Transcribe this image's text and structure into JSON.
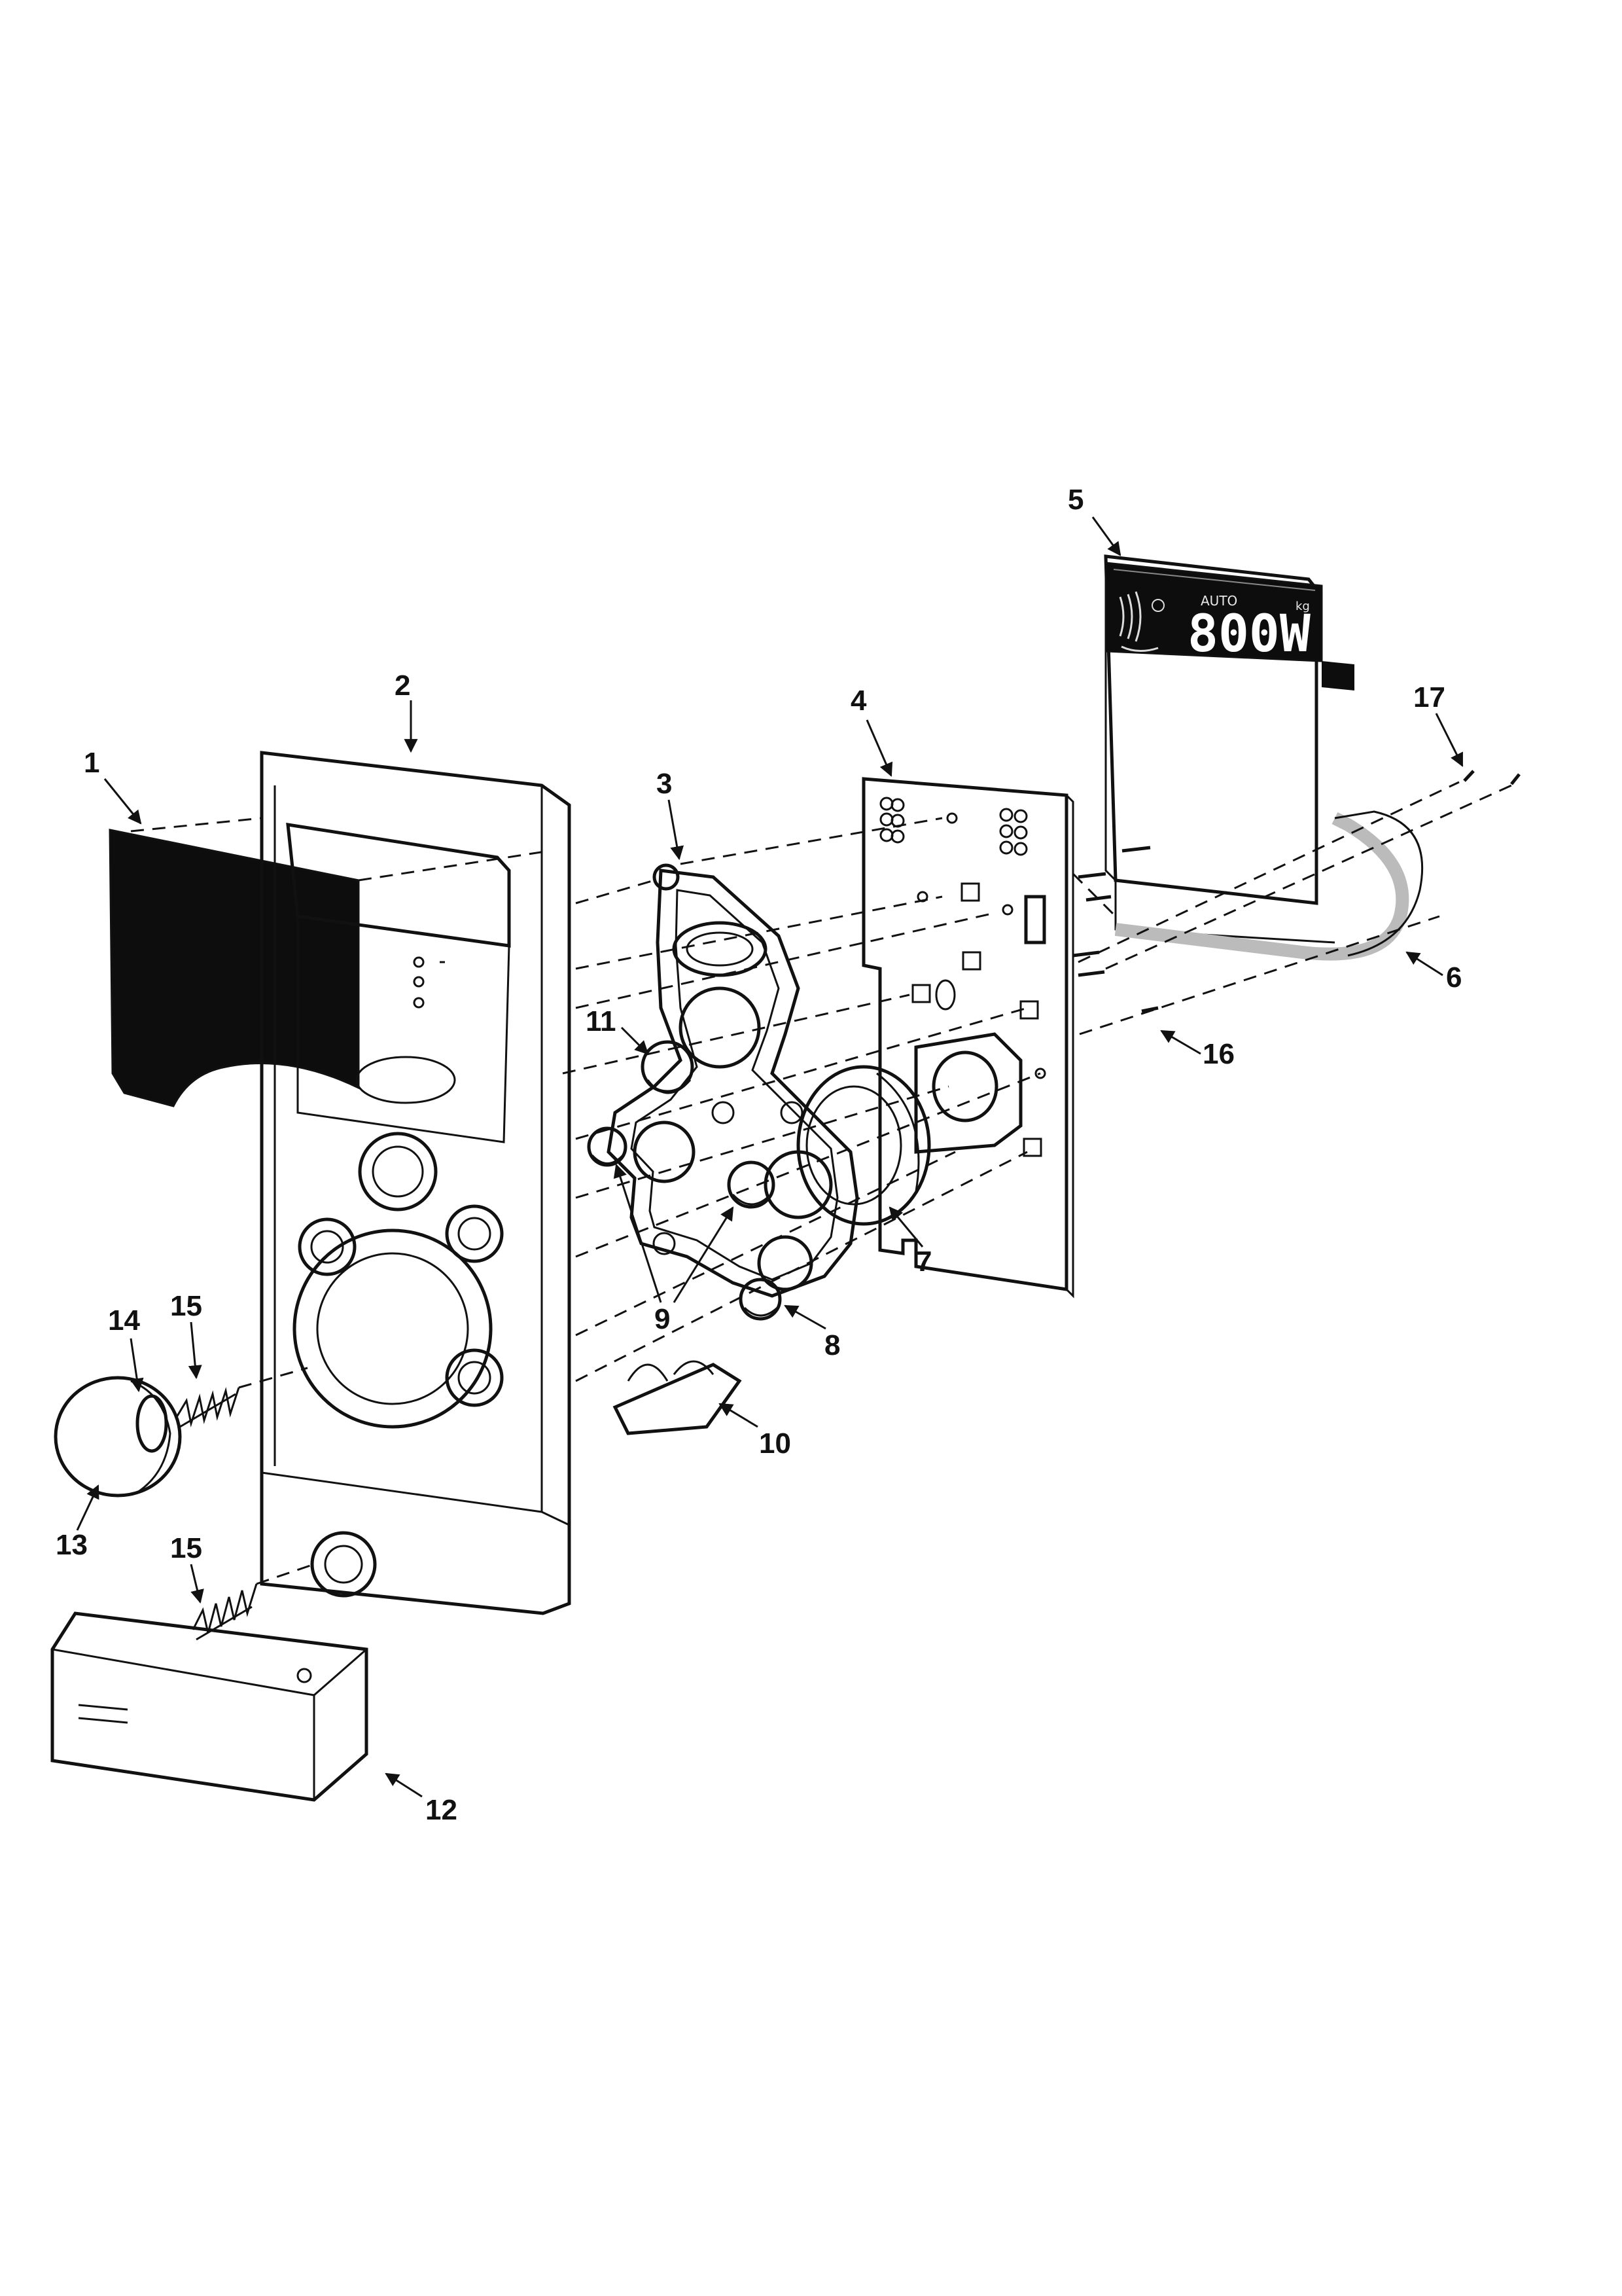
{
  "display": {
    "reading": "800W",
    "small_top": "AUTO",
    "small_right": "kg"
  },
  "callouts": [
    {
      "id": "1",
      "label": "1"
    },
    {
      "id": "2",
      "label": "2"
    },
    {
      "id": "3",
      "label": "3"
    },
    {
      "id": "4",
      "label": "4"
    },
    {
      "id": "5",
      "label": "5"
    },
    {
      "id": "6",
      "label": "6"
    },
    {
      "id": "7",
      "label": "7"
    },
    {
      "id": "8",
      "label": "8"
    },
    {
      "id": "9",
      "label": "9"
    },
    {
      "id": "10",
      "label": "10"
    },
    {
      "id": "11",
      "label": "11"
    },
    {
      "id": "12",
      "label": "12"
    },
    {
      "id": "13",
      "label": "13"
    },
    {
      "id": "14",
      "label": "14"
    },
    {
      "id": "15a",
      "label": "15"
    },
    {
      "id": "15b",
      "label": "15"
    },
    {
      "id": "16",
      "label": "16"
    },
    {
      "id": "17",
      "label": "17"
    }
  ],
  "colors": {
    "ink": "#111111",
    "paper": "#ffffff",
    "film": "#0d0d0d",
    "gray": "#bdbdbd"
  }
}
